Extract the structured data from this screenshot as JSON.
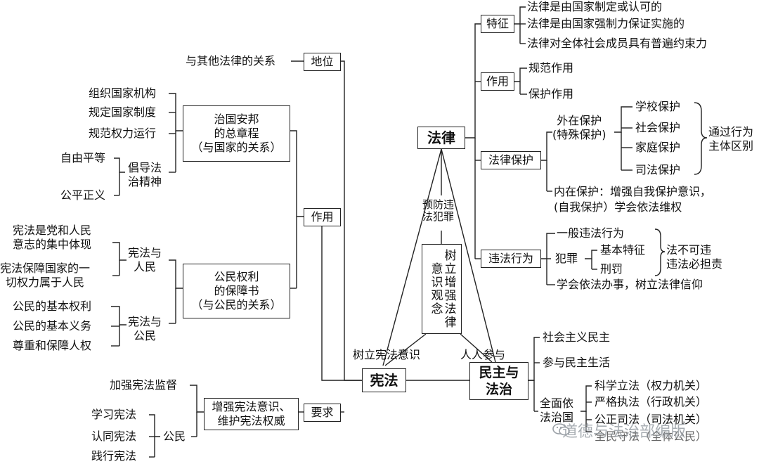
{
  "center": {
    "label": "树立增强法律意识观念"
  },
  "xianfa": {
    "label": "宪法",
    "diwei": {
      "label": "地位",
      "item": "与其他法律的关系"
    },
    "zuoyong": {
      "label": "作用",
      "zhiguo": {
        "label": "治国安邦\n的总章程\n（与国家的关系）",
        "items": [
          "组织国家机构",
          "规定国家制度",
          "规范权力运行"
        ],
        "chandao": {
          "label": "倡导法\n治精神",
          "items": [
            "自由平等",
            "公平正义"
          ]
        }
      },
      "gongmin": {
        "label": "公民权利\n的保障书\n（与公民的关系）",
        "renmin": {
          "label": "宪法与\n人民",
          "items": [
            "宪法是党和人民\n意志的集中体现",
            "宪法保障国家的一\n切权力属于人民"
          ]
        },
        "gongmin_sub": {
          "label": "宪法与\n公民",
          "items": [
            "公民的基本权利",
            "公民的基本义务",
            "尊重和保障人权"
          ]
        }
      }
    },
    "yaoqiu": {
      "label": "要求",
      "box": "增强宪法意识、\n维护宪法权威",
      "item_top": "加强宪法监督",
      "gongmin": {
        "label": "公民",
        "items": [
          "学习宪法",
          "认同宪法",
          "践行宪法"
        ]
      }
    }
  },
  "falv": {
    "label": "法律",
    "tezheng": {
      "label": "特征",
      "items": [
        "法律是由国家制定或认可的",
        "法律是由国家强制力保证实施的",
        "法律对全体社会成员具有普遍约束力"
      ]
    },
    "zuoyong": {
      "label": "作用",
      "items": [
        "规范作用",
        "保护作用"
      ]
    },
    "baohu": {
      "label": "法律保护",
      "waizai": {
        "label": "外在保护\n(特殊保护)",
        "items": [
          "学校保护",
          "社会保护",
          "家庭保护",
          "司法保护"
        ],
        "note": "通过行为\n主体区别"
      },
      "neizai": "内在保护：增强自我保护意识，\n(自我保护）学会依法维权"
    },
    "weifa": {
      "label": "违法行为",
      "yiban": "一般违法行为",
      "fanzui": {
        "label": "犯罪",
        "items": [
          "基本特征",
          "刑罚"
        ]
      },
      "note": "法不可违\n违法必担责",
      "bottom": "学会依法办事，树立法律信仰"
    }
  },
  "minzhu": {
    "label": "民主与\n法治",
    "items": [
      "社会主义民主",
      "参与民主生活"
    ],
    "quanmian": {
      "label": "全面依\n法治国",
      "items": [
        "科学立法（权力机关）",
        "严格执法（行政机关）",
        "公正司法（司法机关）",
        "全民守法（全体公民）"
      ]
    }
  },
  "connectors": {
    "yufang": "预防违\n法犯罪",
    "shuli": "树立宪法意识",
    "renren": "人人参与"
  },
  "watermark": "道德与法治部编版"
}
